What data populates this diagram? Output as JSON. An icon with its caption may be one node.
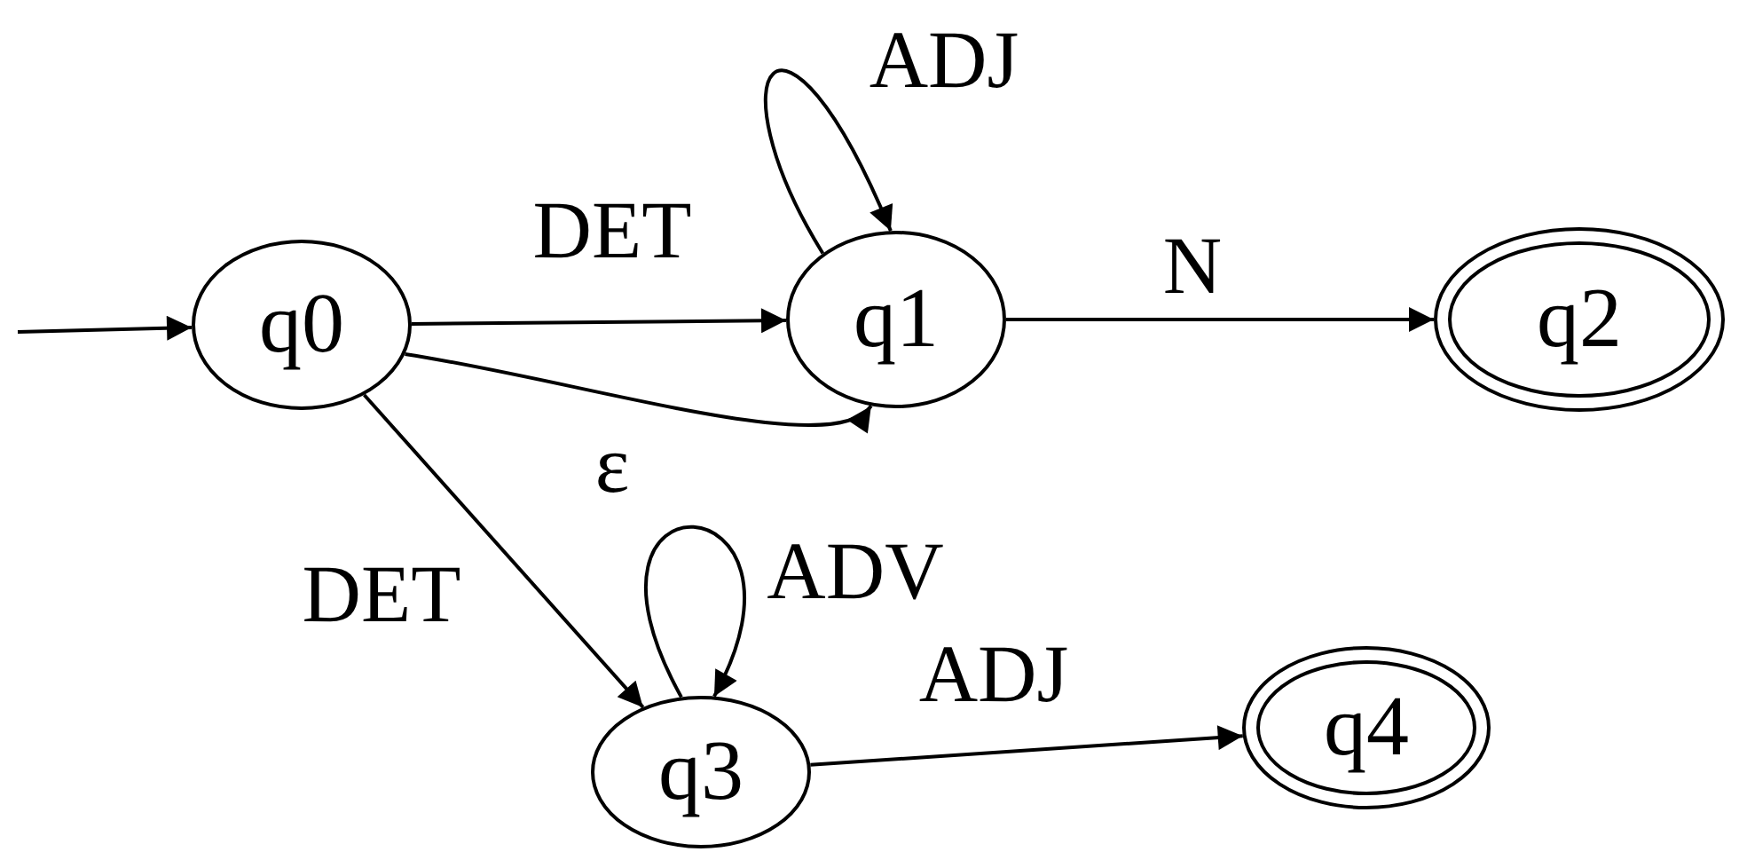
{
  "diagram": {
    "nodes": [
      {
        "text": [
          "q0"
        ]
      },
      {
        "text": [
          "q1"
        ]
      },
      {
        "text": [
          "q2"
        ]
      },
      {
        "text": [
          "q3"
        ]
      },
      {
        "text": [
          "q4"
        ]
      }
    ],
    "edges": [
      {
        "from": null,
        "to": 0,
        "arrow": "to"
      },
      {
        "from": 0,
        "to": 1,
        "arrow": "to",
        "label": "DET"
      },
      {
        "from": 0,
        "to": 1,
        "arrow": "to",
        "label": "ε"
      },
      {
        "from": 1,
        "to": 1,
        "arrow": "to",
        "label": "ADJ"
      },
      {
        "from": 1,
        "to": 2,
        "arrow": "to",
        "label": "N"
      },
      {
        "from": 0,
        "to": 3,
        "arrow": "to",
        "label": "DET"
      },
      {
        "from": 3,
        "to": 3,
        "arrow": "to",
        "label": "ADV"
      },
      {
        "from": 3,
        "to": 4,
        "arrow": "to",
        "label": "ADJ"
      }
    ]
  }
}
